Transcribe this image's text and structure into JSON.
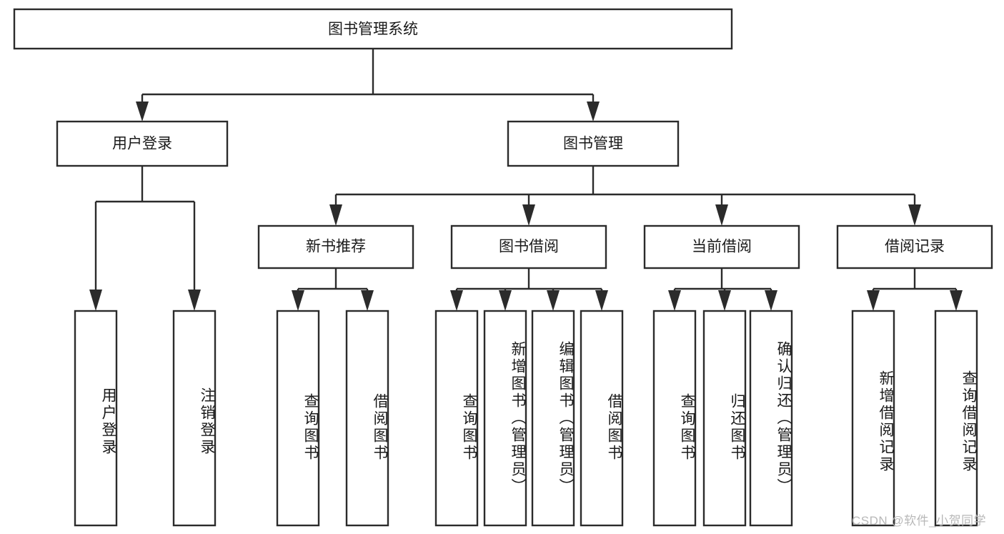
{
  "diagram": {
    "title": "图书管理系统",
    "type": "tree-hierarchy",
    "root": {
      "id": "root",
      "label": "图书管理系统"
    },
    "level2": [
      {
        "id": "user-login",
        "label": "用户登录"
      },
      {
        "id": "book-manage",
        "label": "图书管理"
      }
    ],
    "level3": [
      {
        "id": "new-book-rec",
        "label": "新书推荐",
        "parent": "book-manage"
      },
      {
        "id": "book-borrow",
        "label": "图书借阅",
        "parent": "book-manage"
      },
      {
        "id": "current-borrow",
        "label": "当前借阅",
        "parent": "book-manage"
      },
      {
        "id": "borrow-record",
        "label": "借阅记录",
        "parent": "book-manage"
      }
    ],
    "leaves": [
      {
        "id": "leaf-user-login",
        "label": "用户登录",
        "parent": "user-login"
      },
      {
        "id": "leaf-logout",
        "label": "注销登录",
        "parent": "user-login"
      },
      {
        "id": "leaf-query-book-1",
        "label": "查询图书",
        "parent": "new-book-rec"
      },
      {
        "id": "leaf-borrow-book-1",
        "label": "借阅图书",
        "parent": "new-book-rec"
      },
      {
        "id": "leaf-query-book-2",
        "label": "查询图书",
        "parent": "book-borrow"
      },
      {
        "id": "leaf-add-book",
        "label": "新增图书（管理员）",
        "parent": "book-borrow"
      },
      {
        "id": "leaf-edit-book",
        "label": "编辑图书（管理员）",
        "parent": "book-borrow"
      },
      {
        "id": "leaf-borrow-book-2",
        "label": "借阅图书",
        "parent": "book-borrow"
      },
      {
        "id": "leaf-query-book-3",
        "label": "查询图书",
        "parent": "current-borrow"
      },
      {
        "id": "leaf-return-book",
        "label": "归还图书",
        "parent": "current-borrow"
      },
      {
        "id": "leaf-confirm-return",
        "label": "确认归还（管理员）",
        "parent": "current-borrow"
      },
      {
        "id": "leaf-add-record",
        "label": "新增借阅记录",
        "parent": "borrow-record"
      },
      {
        "id": "leaf-query-record",
        "label": "查询借阅记录",
        "parent": "borrow-record"
      }
    ]
  },
  "watermark": {
    "text": "CSDN @软件_小贺同学"
  },
  "colors": {
    "stroke": "#2b2b2b",
    "fill": "#ffffff",
    "text": "#1a1a1a",
    "watermark": "#b8b8b8"
  }
}
